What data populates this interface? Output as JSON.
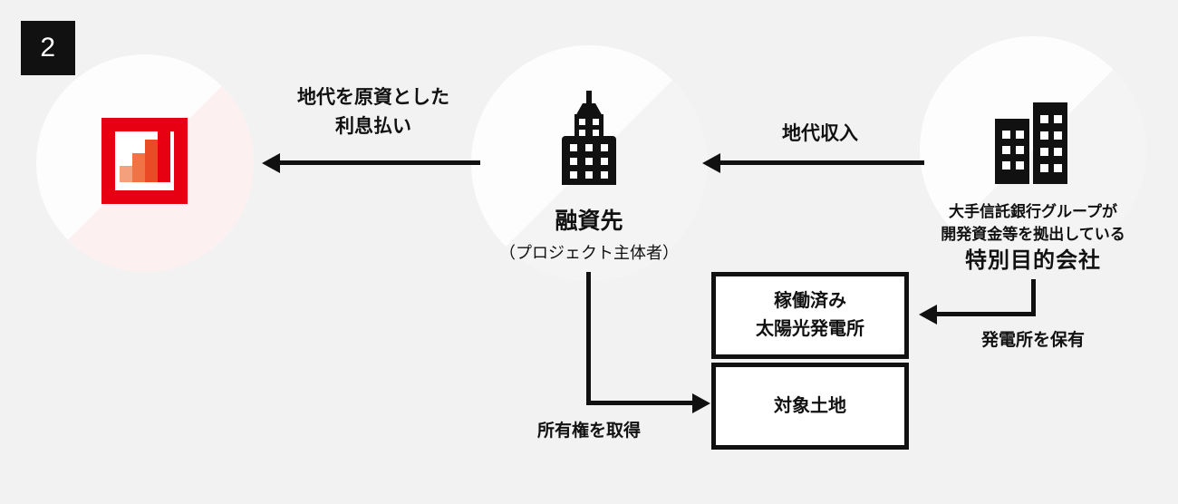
{
  "step": {
    "number": "2"
  },
  "nodes": {
    "lender": {
      "icon": "bar-chart-icon",
      "bars": [
        {
          "height_pct": 28,
          "color": "#f4a07c"
        },
        {
          "height_pct": 50,
          "color": "#f07346"
        },
        {
          "height_pct": 72,
          "color": "#ea4a26"
        },
        {
          "height_pct": 100,
          "color": "#e60012"
        }
      ]
    },
    "borrower": {
      "icon": "skyscraper-icon",
      "title": "融資先",
      "subtitle": "（プロジェクト主体者）"
    },
    "spc": {
      "icon": "office-buildings-icon",
      "line1": "大手信託銀行グループが",
      "line2": "開発資金等を拠出している",
      "line3": "特別目的会社"
    }
  },
  "boxes": [
    {
      "line1": "稼働済み",
      "line2": "太陽光発電所"
    },
    {
      "line1": "対象土地",
      "line2": ""
    }
  ],
  "arrows": {
    "interest_payment": {
      "line1": "地代を原資とした",
      "line2": "利息払い"
    },
    "rent_income": {
      "label": "地代収入"
    },
    "owns_plant": {
      "label": "発電所を保有"
    },
    "acquires_ownership": {
      "label": "所有権を取得"
    }
  },
  "colors": {
    "background": "#f2f2f2",
    "ink": "#111111",
    "accent_red": "#e60012",
    "circle_fill": "#fdfdfd",
    "box_fill": "#ffffff"
  }
}
